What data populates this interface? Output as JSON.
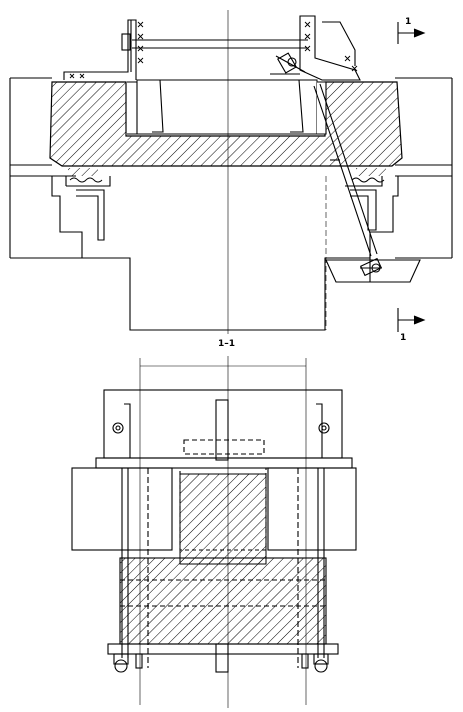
{
  "labels": {
    "section_marker_top": "1",
    "section_marker_bottom": "1",
    "section_title": "1–1"
  },
  "colors": {
    "line": "#000000",
    "background": "#ffffff"
  }
}
